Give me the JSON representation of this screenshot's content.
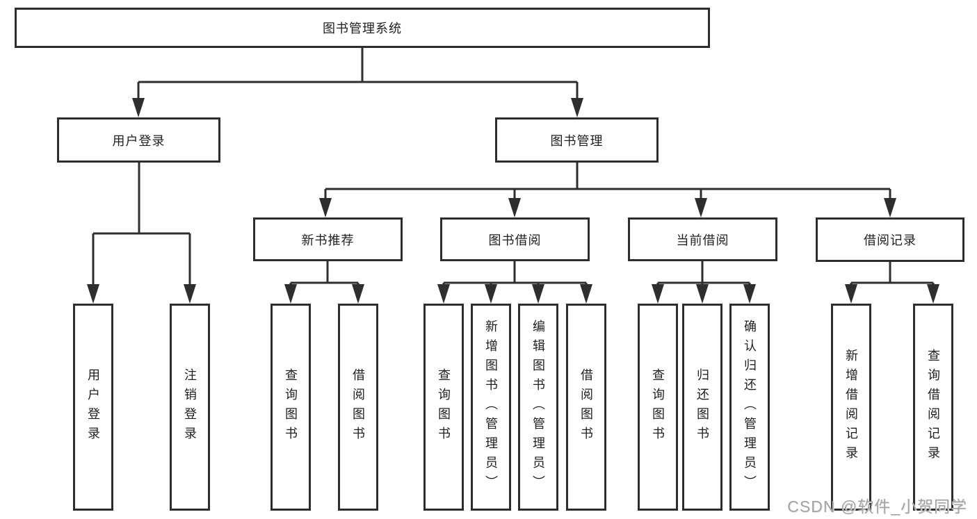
{
  "tree": {
    "root": {
      "label": "图书管理系统"
    },
    "branches": [
      {
        "label": "用户登录",
        "children": [
          {
            "label": "用户登录"
          },
          {
            "label": "注销登录"
          }
        ]
      },
      {
        "label": "图书管理",
        "children": [
          {
            "label": "新书推荐",
            "children": [
              {
                "label": "查询图书"
              },
              {
                "label": "借阅图书"
              }
            ]
          },
          {
            "label": "图书借阅",
            "children": [
              {
                "label": "查询图书"
              },
              {
                "label": "新增图书（管理员）"
              },
              {
                "label": "编辑图书（管理员）"
              },
              {
                "label": "借阅图书"
              }
            ]
          },
          {
            "label": "当前借阅",
            "children": [
              {
                "label": "查询图书"
              },
              {
                "label": "归还图书"
              },
              {
                "label": "确认归还（管理员）"
              }
            ]
          },
          {
            "label": "借阅记录",
            "children": [
              {
                "label": "新增借阅记录"
              },
              {
                "label": "查询借阅记录"
              }
            ]
          }
        ]
      }
    ]
  },
  "watermark": "CSDN @软件_小贺同学",
  "colors": {
    "line": "#2e2e2e",
    "text": "#1f1f1f",
    "background": "#ffffff",
    "watermark": "#a3a3a3"
  }
}
